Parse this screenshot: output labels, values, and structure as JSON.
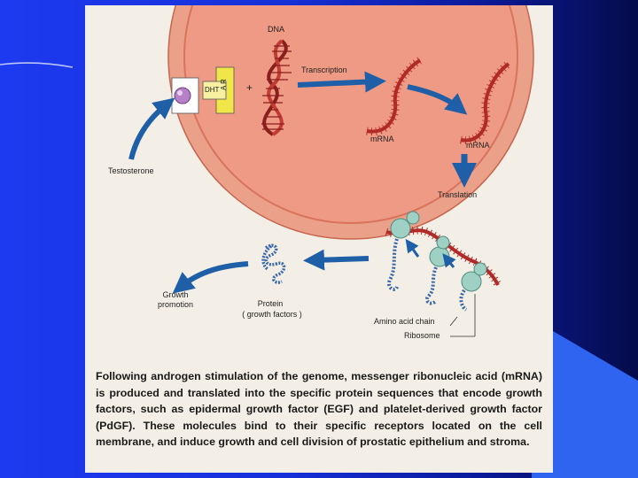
{
  "colors": {
    "slide_blue": "#1e3af0",
    "slide_dark": "#050c4a",
    "panel_bg": "#f3efe6",
    "cell_fill": "#e8917a",
    "membrane": "#e07a62",
    "arrow_blue": "#1e5fa8",
    "rna_red": "#b02b27",
    "ribosome": "#9fd0c4",
    "receptor_yellow": "#f0e64a",
    "testosterone_purple": "#b880c8"
  },
  "labels": {
    "dna": "DNA",
    "transcription": "Transcription",
    "dht": "DHT",
    "ar": "A R",
    "plus": "+",
    "mrna_1": "mRNA",
    "mrna_2": "mRNA",
    "testosterone": "Testosterone",
    "translation": "Translation",
    "growth_promotion": "Growth promotion",
    "protein": "Protein",
    "growth_factors": "( growth factors )",
    "amino_acid_chain": "Amino acid chain",
    "ribosome": "Ribosome"
  },
  "caption": "Following androgen stimulation of the genome, messenger ribonucleic acid (mRNA) is produced and translated into the specific protein sequences that encode growth factors, such as epidermal growth factor (EGF) and platelet-derived growth factor (PdGF). These molecules bind to their specific receptors located on the cell membrane, and induce growth and cell division of prostatic epithelium and stroma."
}
